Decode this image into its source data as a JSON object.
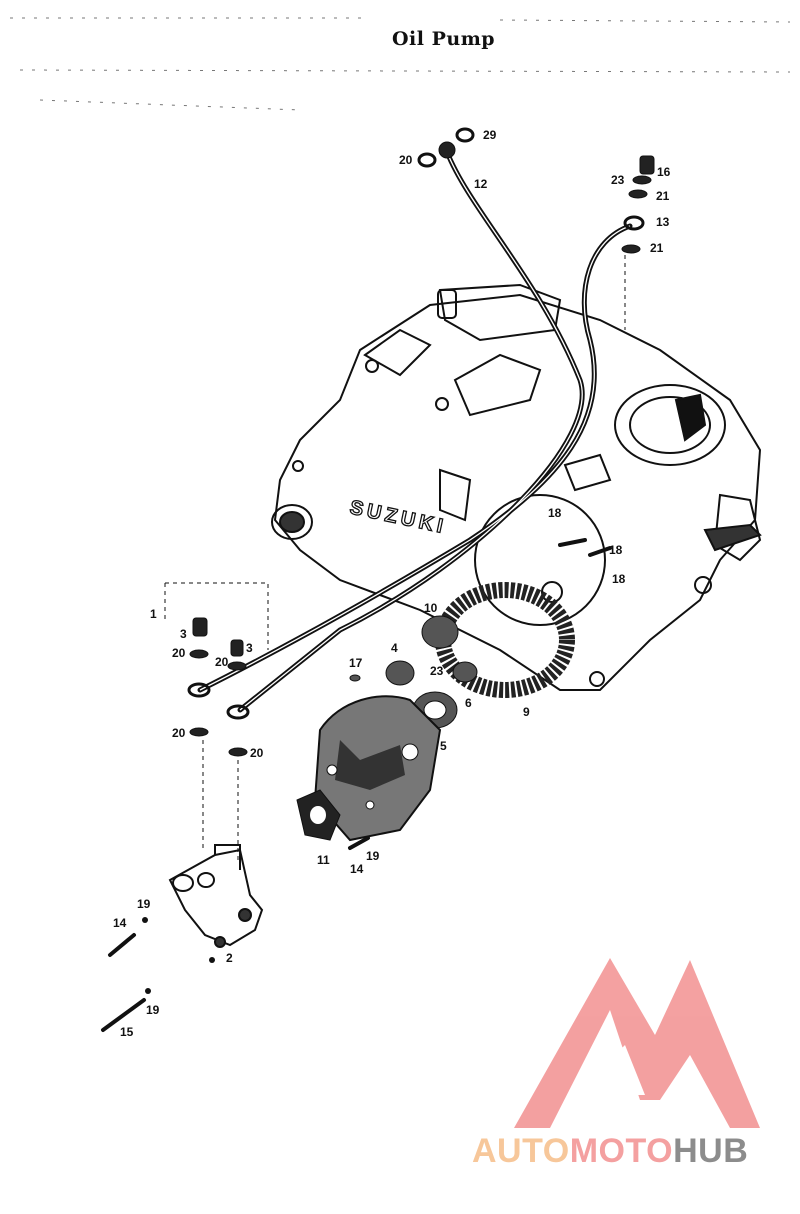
{
  "title": "Oil Pump",
  "brand_on_case": "SUZUKI",
  "callouts": [
    "29",
    "20",
    "12",
    "16",
    "23",
    "21",
    "13",
    "21",
    "18",
    "18",
    "18",
    "10",
    "4",
    "23",
    "17",
    "6",
    "9",
    "5",
    "3",
    "3",
    "20",
    "20",
    "20",
    "20",
    "11",
    "19",
    "14",
    "19",
    "14",
    "2",
    "19",
    "15",
    "1"
  ],
  "watermark": {
    "part1": "AUTO",
    "part2": "MOTO",
    "part3": "HUB",
    "colors": {
      "auto": "#f7c79a",
      "moto": "#f4a0a0",
      "hub": "#8c8c8c",
      "logo": "#f29090"
    }
  }
}
